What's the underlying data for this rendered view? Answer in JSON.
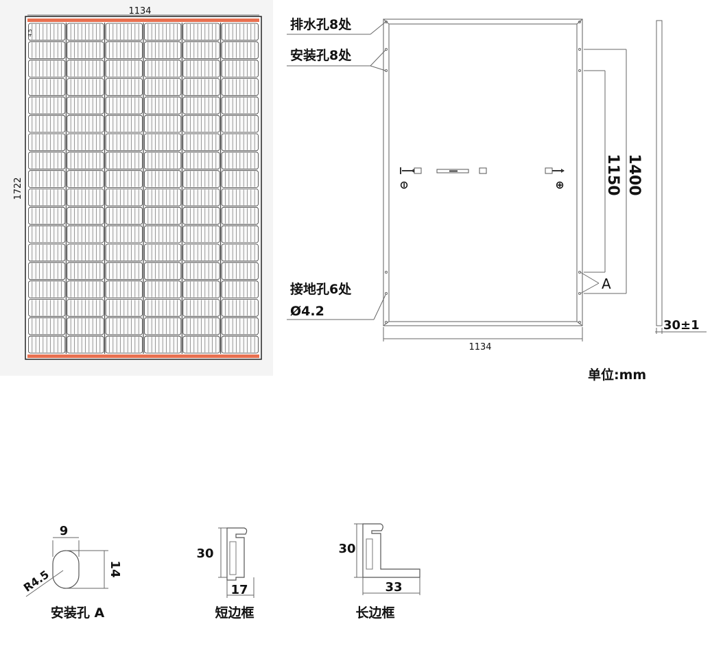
{
  "front_view": {
    "width_label": "1134",
    "height_label": "1722",
    "corner_label": "4.5",
    "cells": {
      "columns": 6,
      "rows": 18
    }
  },
  "back_view": {
    "callouts": {
      "drain_holes": "排水孔8处",
      "mounting_holes": "安装孔8处",
      "grounding_holes": "接地孔6处",
      "grounding_diameter": "Ø4.2"
    },
    "dims": {
      "mount_span_outer": "1400",
      "mount_span_inner": "1150",
      "width": "1134"
    },
    "detail_marker": "A",
    "polarity": {
      "negative": "⊖",
      "positive": "⊕"
    }
  },
  "side_view": {
    "thickness": "30±1"
  },
  "unit": "单位:mm",
  "details": {
    "hole_a": {
      "width": "9",
      "height": "14",
      "radius": "R4.5",
      "title": "安装孔 A"
    },
    "short_frame": {
      "height": "30",
      "width": "17",
      "title": "短边框"
    },
    "long_frame": {
      "height": "30",
      "width": "33",
      "title": "长边框"
    }
  }
}
